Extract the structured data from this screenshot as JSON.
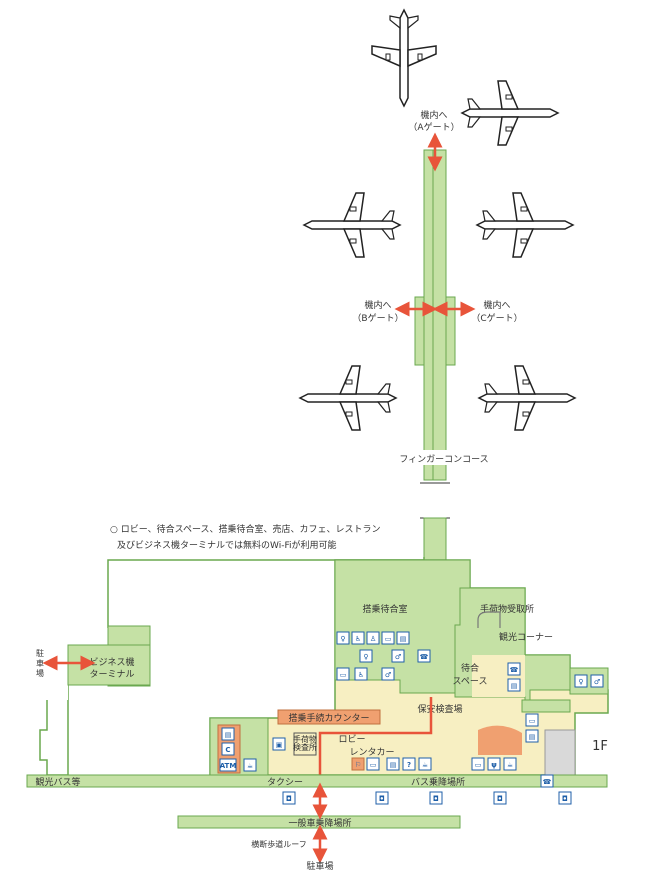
{
  "colors": {
    "green": "#c5e1a5",
    "green_dark": "#6aa84f",
    "cream": "#f7efc2",
    "orange": "#f0a070",
    "gray": "#d9d9d9",
    "arrow": "#e8543a",
    "icon_blue": "#1f5fa8",
    "restroom_red": "#d94030"
  },
  "gates": {
    "a": [
      "機内へ",
      "（Aゲート）"
    ],
    "b": [
      "機内へ",
      "（Bゲート）"
    ],
    "c": [
      "機内へ",
      "（Cゲート）"
    ]
  },
  "concourse": "フィンガーコンコース",
  "wifi_note": [
    "○ ロビー、待合スペース、搭乗待合室、売店、カフェ、レストラン",
    "及びビジネス機ターミナルでは無料のWi-Fiが利用可能"
  ],
  "rooms": {
    "boarding_lounge": "搭乗待合室",
    "baggage_claim": "手荷物受取所",
    "tourist_corner": "観光コーナー",
    "waiting_space": [
      "待合",
      "スペース"
    ],
    "security": "保安検査場",
    "checkin": "搭乗手続カウンター",
    "lobby": "ロビー",
    "rental_car": "レンタカー",
    "baggage_check": [
      "手荷物",
      "検査所"
    ],
    "business_terminal": [
      "ビジネス機",
      "ターミナル"
    ]
  },
  "road": {
    "tour_bus": "観光バス等",
    "taxi": "タクシー",
    "bus_stop": "バス乗降場所",
    "general_dropoff": "一般車乗降場所",
    "crosswalk_roof": "横断歩道ルーフ",
    "parking_bottom": "駐車場",
    "parking_left": [
      "駐",
      "車",
      "場"
    ]
  },
  "floor": "1F",
  "icon_names": [
    "restroom-icon",
    "accessible-icon",
    "nursing-icon",
    "locker-icon",
    "phone-icon",
    "atm-icon",
    "info-icon",
    "restaurant-icon",
    "cafe-icon",
    "bus-icon",
    "car-icon",
    "escalator-icon"
  ]
}
